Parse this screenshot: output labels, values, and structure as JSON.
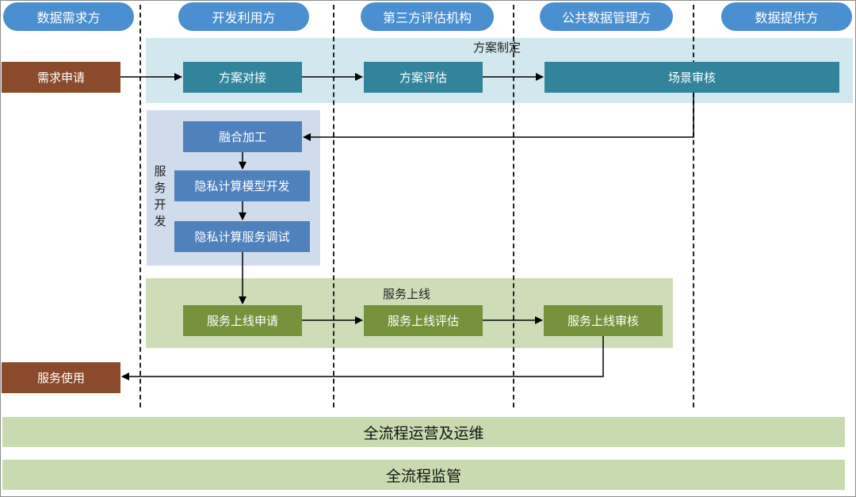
{
  "lanes": [
    {
      "label": "数据需求方"
    },
    {
      "label": "开发利用方"
    },
    {
      "label": "第三方评估机构"
    },
    {
      "label": "公共数据管理方"
    },
    {
      "label": "数据提供方"
    }
  ],
  "regions": {
    "plan": {
      "title": "方案制定"
    },
    "dev": {
      "title": "服\n务\n开\n发"
    },
    "online": {
      "title": "服务上线"
    }
  },
  "nodes": {
    "demand_request": "需求申请",
    "plan_connect": "方案对接",
    "plan_evaluate": "方案评估",
    "scene_review": "场景审核",
    "fusion_process": "融合加工",
    "privacy_model_dev": "隐私计算模型开发",
    "privacy_service_debug": "隐私计算服务调试",
    "online_apply": "服务上线申请",
    "online_evaluate": "服务上线评估",
    "online_review": "服务上线审核",
    "service_use": "服务使用"
  },
  "bars": {
    "operations": "全流程运营及运维",
    "supervision": "全流程监管"
  },
  "colors": {
    "lane_header": "#4a8fd0",
    "plan_region": "#d3e8ee",
    "dev_region": "#d0dcec",
    "online_region": "#cfdcb8",
    "plan_box": "#31849b",
    "dev_box": "#4f81bd",
    "online_box": "#76923c",
    "endpoint_box": "#8b4a2b",
    "bottom_bar": "#c9dab0"
  }
}
